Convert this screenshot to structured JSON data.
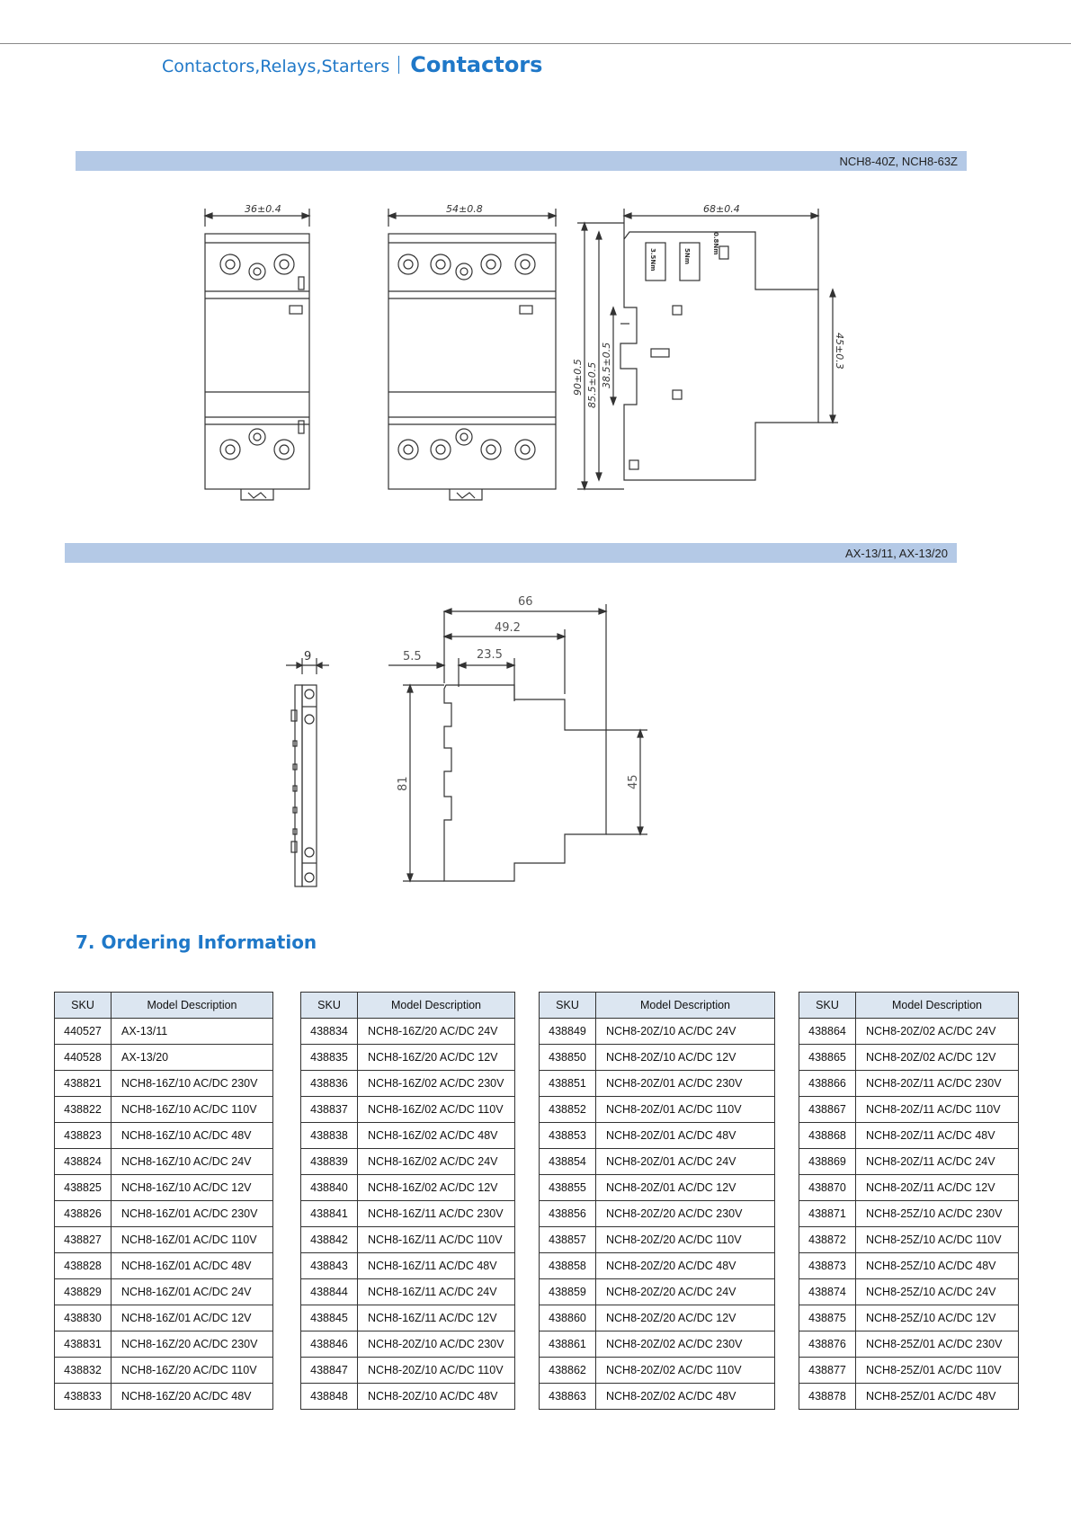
{
  "header": {
    "category": "Contactors,Relays,Starters",
    "title": "Contactors"
  },
  "sections": {
    "band1_label": "NCH8-40Z, NCH8-63Z",
    "band2_label": "AX-13/11, AX-13/20"
  },
  "drawing1": {
    "dim_width_a": "36±0.4",
    "dim_width_b": "54±0.8",
    "dim_depth": "68±0.4",
    "dim_height_total": "90±0.5",
    "dim_height_body": "85.5±0.5",
    "dim_height_inner": "38.5±0.5",
    "dim_height_front": "45±0.3",
    "label_a": "3.5Nm",
    "label_b": "5Nm",
    "label_c": "0.8Nm"
  },
  "drawing2": {
    "dim_side_width": "9",
    "dim_total_depth": "66",
    "dim_mid_depth": "49.2",
    "dim_step_a": "5.5",
    "dim_step_b": "23.5",
    "dim_height": "81",
    "dim_front_height": "45"
  },
  "ordering": {
    "title": "7. Ordering Information",
    "col_sku": "SKU",
    "col_desc": "Model Description",
    "tables": [
      [
        {
          "sku": "440527",
          "desc": "AX-13/11"
        },
        {
          "sku": "440528",
          "desc": "AX-13/20"
        },
        {
          "sku": "438821",
          "desc": "NCH8-16Z/10 AC/DC 230V"
        },
        {
          "sku": "438822",
          "desc": "NCH8-16Z/10 AC/DC 110V"
        },
        {
          "sku": "438823",
          "desc": "NCH8-16Z/10 AC/DC 48V"
        },
        {
          "sku": "438824",
          "desc": "NCH8-16Z/10 AC/DC 24V"
        },
        {
          "sku": "438825",
          "desc": "NCH8-16Z/10 AC/DC 12V"
        },
        {
          "sku": "438826",
          "desc": "NCH8-16Z/01 AC/DC 230V"
        },
        {
          "sku": "438827",
          "desc": "NCH8-16Z/01 AC/DC 110V"
        },
        {
          "sku": "438828",
          "desc": "NCH8-16Z/01 AC/DC 48V"
        },
        {
          "sku": "438829",
          "desc": "NCH8-16Z/01 AC/DC 24V"
        },
        {
          "sku": "438830",
          "desc": "NCH8-16Z/01 AC/DC 12V"
        },
        {
          "sku": "438831",
          "desc": "NCH8-16Z/20 AC/DC 230V"
        },
        {
          "sku": "438832",
          "desc": "NCH8-16Z/20 AC/DC 110V"
        },
        {
          "sku": "438833",
          "desc": "NCH8-16Z/20 AC/DC 48V"
        }
      ],
      [
        {
          "sku": "438834",
          "desc": "NCH8-16Z/20 AC/DC 24V"
        },
        {
          "sku": "438835",
          "desc": "NCH8-16Z/20 AC/DC 12V"
        },
        {
          "sku": "438836",
          "desc": "NCH8-16Z/02 AC/DC 230V"
        },
        {
          "sku": "438837",
          "desc": "NCH8-16Z/02 AC/DC 110V"
        },
        {
          "sku": "438838",
          "desc": "NCH8-16Z/02 AC/DC 48V"
        },
        {
          "sku": "438839",
          "desc": "NCH8-16Z/02 AC/DC 24V"
        },
        {
          "sku": "438840",
          "desc": "NCH8-16Z/02 AC/DC 12V"
        },
        {
          "sku": "438841",
          "desc": "NCH8-16Z/11 AC/DC 230V"
        },
        {
          "sku": "438842",
          "desc": "NCH8-16Z/11 AC/DC 110V"
        },
        {
          "sku": "438843",
          "desc": "NCH8-16Z/11 AC/DC 48V"
        },
        {
          "sku": "438844",
          "desc": "NCH8-16Z/11 AC/DC 24V"
        },
        {
          "sku": "438845",
          "desc": "NCH8-16Z/11 AC/DC 12V"
        },
        {
          "sku": "438846",
          "desc": "NCH8-20Z/10 AC/DC 230V"
        },
        {
          "sku": "438847",
          "desc": "NCH8-20Z/10 AC/DC 110V"
        },
        {
          "sku": "438848",
          "desc": "NCH8-20Z/10 AC/DC 48V"
        }
      ],
      [
        {
          "sku": "438849",
          "desc": "NCH8-20Z/10 AC/DC 24V"
        },
        {
          "sku": "438850",
          "desc": "NCH8-20Z/10 AC/DC 12V"
        },
        {
          "sku": "438851",
          "desc": "NCH8-20Z/01 AC/DC 230V"
        },
        {
          "sku": "438852",
          "desc": "NCH8-20Z/01 AC/DC 110V"
        },
        {
          "sku": "438853",
          "desc": "NCH8-20Z/01 AC/DC 48V"
        },
        {
          "sku": "438854",
          "desc": "NCH8-20Z/01 AC/DC 24V"
        },
        {
          "sku": "438855",
          "desc": "NCH8-20Z/01 AC/DC 12V"
        },
        {
          "sku": "438856",
          "desc": "NCH8-20Z/20 AC/DC 230V"
        },
        {
          "sku": "438857",
          "desc": "NCH8-20Z/20 AC/DC 110V"
        },
        {
          "sku": "438858",
          "desc": "NCH8-20Z/20 AC/DC 48V"
        },
        {
          "sku": "438859",
          "desc": "NCH8-20Z/20 AC/DC 24V"
        },
        {
          "sku": "438860",
          "desc": "NCH8-20Z/20 AC/DC 12V"
        },
        {
          "sku": "438861",
          "desc": "NCH8-20Z/02 AC/DC 230V"
        },
        {
          "sku": "438862",
          "desc": "NCH8-20Z/02 AC/DC 110V"
        },
        {
          "sku": "438863",
          "desc": "NCH8-20Z/02 AC/DC 48V"
        }
      ],
      [
        {
          "sku": "438864",
          "desc": "NCH8-20Z/02 AC/DC 24V"
        },
        {
          "sku": "438865",
          "desc": "NCH8-20Z/02 AC/DC 12V"
        },
        {
          "sku": "438866",
          "desc": "NCH8-20Z/11 AC/DC 230V"
        },
        {
          "sku": "438867",
          "desc": "NCH8-20Z/11 AC/DC 110V"
        },
        {
          "sku": "438868",
          "desc": "NCH8-20Z/11 AC/DC 48V"
        },
        {
          "sku": "438869",
          "desc": "NCH8-20Z/11 AC/DC 24V"
        },
        {
          "sku": "438870",
          "desc": "NCH8-20Z/11 AC/DC 12V"
        },
        {
          "sku": "438871",
          "desc": "NCH8-25Z/10 AC/DC 230V"
        },
        {
          "sku": "438872",
          "desc": "NCH8-25Z/10 AC/DC 110V"
        },
        {
          "sku": "438873",
          "desc": "NCH8-25Z/10 AC/DC 48V"
        },
        {
          "sku": "438874",
          "desc": "NCH8-25Z/10 AC/DC 24V"
        },
        {
          "sku": "438875",
          "desc": "NCH8-25Z/10 AC/DC 12V"
        },
        {
          "sku": "438876",
          "desc": "NCH8-25Z/01 AC/DC 230V"
        },
        {
          "sku": "438877",
          "desc": "NCH8-25Z/01 AC/DC 110V"
        },
        {
          "sku": "438878",
          "desc": "NCH8-25Z/01 AC/DC 48V"
        }
      ]
    ]
  }
}
